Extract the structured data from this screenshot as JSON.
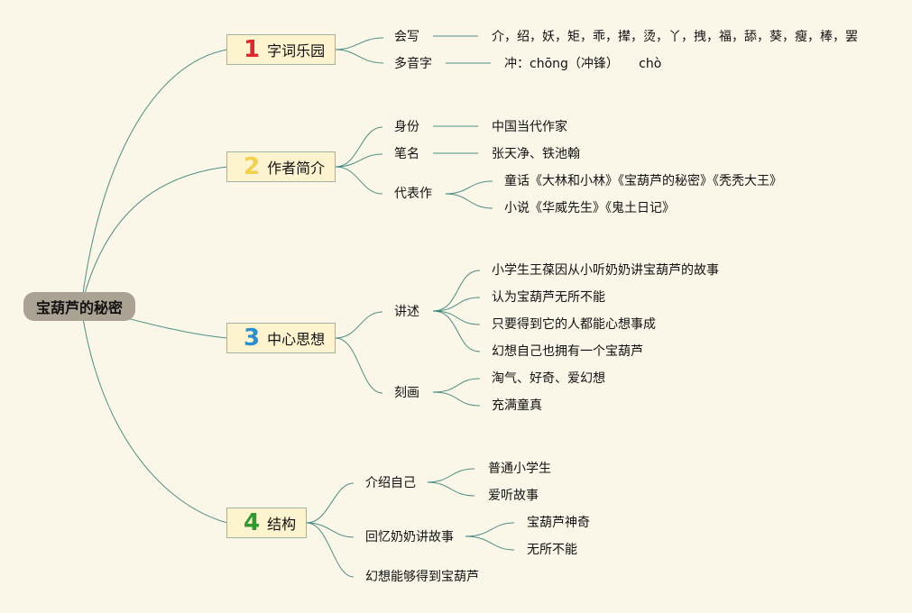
{
  "root": "宝葫芦的秘密",
  "branches": [
    {
      "num": "1",
      "label": "字词乐园",
      "color": "#e0252b"
    },
    {
      "num": "2",
      "label": "作者简介",
      "color": "#f2cf4c"
    },
    {
      "num": "3",
      "label": "中心思想",
      "color": "#2a8fcf"
    },
    {
      "num": "4",
      "label": "结构",
      "color": "#2f9a2f"
    }
  ],
  "b1": {
    "huixie": "会写",
    "huixie_words": "介，绍，妖，矩，乖，撵，烫，丫，拽，福，舔，葵，瘦，棒，罢",
    "duoyin": "多音字",
    "duoyin_val": "冲：chōng（冲锋）     chò"
  },
  "b2": {
    "shenfen": "身份",
    "shenfen_val": "中国当代作家",
    "biming": "笔名",
    "biming_val": "张天净、铁池翰",
    "daibiao": "代表作",
    "tonghua": "童话《大林和小林》《宝葫芦的秘密》《秃秃大王》",
    "xiaoshuo": "小说《华威先生》《鬼土日记》"
  },
  "b3": {
    "jiangshu": "讲述",
    "js1": "小学生王葆因从小听奶奶讲宝葫芦的故事",
    "js2": "认为宝葫芦无所不能",
    "js3": "只要得到它的人都能心想事成",
    "js4": "幻想自己也拥有一个宝葫芦",
    "kehua": "刻画",
    "kh1": "淘气、好奇、爱幻想",
    "kh2": "充满童真"
  },
  "b4": {
    "jieshao": "介绍自己",
    "js1": "普通小学生",
    "js2": "爱听故事",
    "huiyi": "回忆奶奶讲故事",
    "hy1": "宝葫芦神奇",
    "hy2": "无所不能",
    "huanxiang": "幻想能够得到宝葫芦"
  }
}
